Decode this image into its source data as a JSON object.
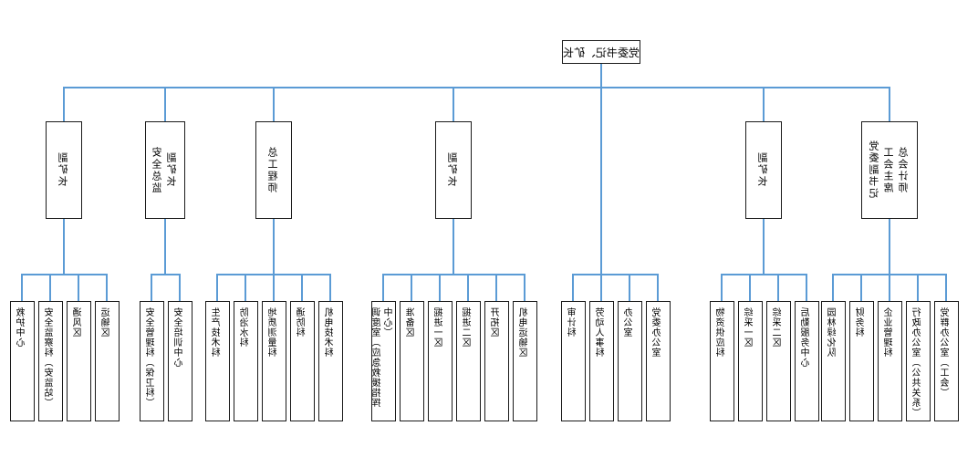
{
  "org_chart": {
    "root_label": "党委书记、矿长",
    "line_color": "#5b9bd5",
    "branches": [
      {
        "title_lines": [
          "副矿长"
        ],
        "departments": [
          "救护中心",
          "安全监察科（安监站）",
          "通风区",
          "运输区"
        ]
      },
      {
        "title_lines": [
          "安全总监",
          "副矿长"
        ],
        "departments": [
          "安全管理科（保卫科）",
          "安全培训中心"
        ]
      },
      {
        "title_lines": [
          "总工程师"
        ],
        "departments": [
          "生产技术科",
          "防治水科",
          "地质测量科",
          "通防科",
          "机电技术科"
        ]
      },
      {
        "title_lines": [
          "副矿长"
        ],
        "departments": [
          "调度室（应急救援指挥中心）",
          "准备区",
          "掘进一区",
          "掘进二区",
          "开拓区",
          "机电运输区"
        ]
      },
      {
        "title_lines": [
          "副矿长"
        ],
        "departments": [
          "物资供应科",
          "综采一区",
          "综采二区",
          "后勤服务中心"
        ]
      },
      {
        "title_lines": [
          "党委副书记",
          "工会主席",
          "总会计师"
        ],
        "departments": [
          "园林绿化队",
          "财务科",
          "企业管理科",
          "行政办公室（公共关系）",
          "党群办公室（工会）"
        ]
      }
    ],
    "direct_departments": [
      "审计科",
      "劳动人事科",
      "办公室",
      "党委办公室"
    ]
  }
}
